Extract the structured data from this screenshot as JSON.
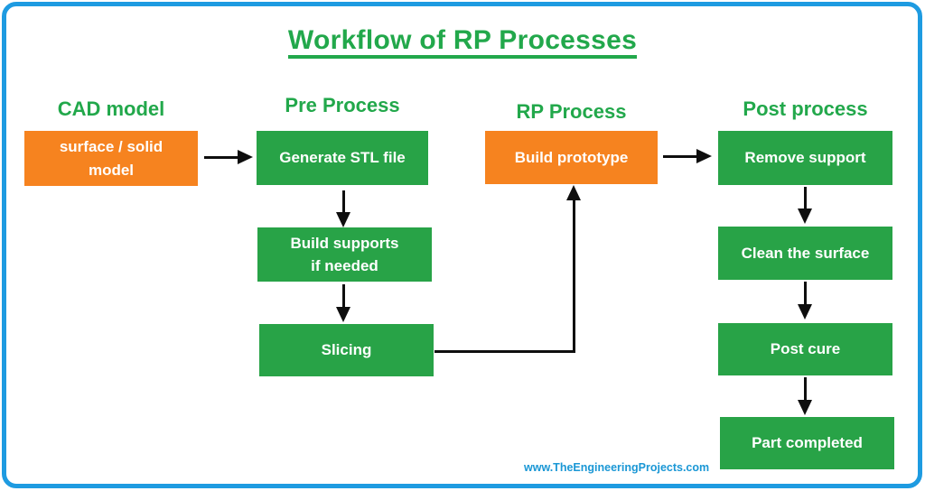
{
  "title": "Workflow of RP Processes",
  "watermark": "www.TheEngineeringProjects.com",
  "colors": {
    "heading_green": "#22a84b",
    "box_green": "#28a347",
    "box_orange": "#f6831f",
    "border_blue": "#1e9be1",
    "watermark_blue": "#1a97d5",
    "arrow_black": "#0e0e0e"
  },
  "columns": [
    {
      "header": "CAD model",
      "boxes": [
        {
          "label": "surface / solid\nmodel",
          "color": "#f6831f"
        }
      ]
    },
    {
      "header": "Pre Process",
      "boxes": [
        {
          "label": "Generate STL file",
          "color": "#28a347"
        },
        {
          "label": "Build supports\nif needed",
          "color": "#28a347"
        },
        {
          "label": "Slicing",
          "color": "#28a347"
        }
      ]
    },
    {
      "header": "RP Process",
      "boxes": [
        {
          "label": "Build prototype",
          "color": "#f6831f"
        }
      ]
    },
    {
      "header": "Post process",
      "boxes": [
        {
          "label": "Remove support",
          "color": "#28a347"
        },
        {
          "label": "Clean the surface",
          "color": "#28a347"
        },
        {
          "label": "Post cure",
          "color": "#28a347"
        },
        {
          "label": "Part completed",
          "color": "#28a347"
        }
      ]
    }
  ],
  "edges": [
    {
      "from": "surface / solid model",
      "to": "Generate STL file"
    },
    {
      "from": "Generate STL file",
      "to": "Build supports if needed"
    },
    {
      "from": "Build supports if needed",
      "to": "Slicing"
    },
    {
      "from": "Slicing",
      "to": "Build prototype"
    },
    {
      "from": "Build prototype",
      "to": "Remove support"
    },
    {
      "from": "Remove support",
      "to": "Clean the surface"
    },
    {
      "from": "Clean the surface",
      "to": "Post cure"
    },
    {
      "from": "Post cure",
      "to": "Part completed"
    }
  ]
}
